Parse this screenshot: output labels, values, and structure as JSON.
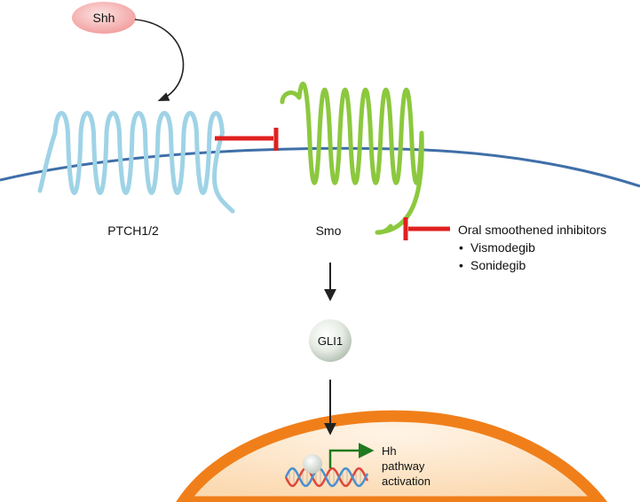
{
  "labels": {
    "shh": "Shh",
    "ptch": "PTCH1/2",
    "smo": "Smo",
    "gli1": "GLI1",
    "inhibitors_heading": "Oral smoothened inhibitors",
    "inhibitors": [
      "Vismodegib",
      "Sonidegib"
    ],
    "bullet": "•",
    "outcome": [
      "Hh",
      "pathway",
      "activation"
    ]
  },
  "colors": {
    "shh_fill": "#f2a0a0",
    "ptch_helix": "#9fd3e6",
    "smo_helix": "#8cc83e",
    "membrane": "#3f6fa8",
    "inhibit_bar": "#e02020",
    "nucleus_fill": "#fbe3c8",
    "nucleus_rim": "#f07f1a",
    "activation_arrow": "#1f7a1f",
    "dna_a": "#e0463a",
    "dna_b": "#4a8fd0"
  },
  "icons": {
    "inhibition": "t-bar-inhibit-icon",
    "arrow": "arrow-down-icon",
    "transcription": "bent-arrow-icon",
    "dna": "dna-helix-icon"
  }
}
